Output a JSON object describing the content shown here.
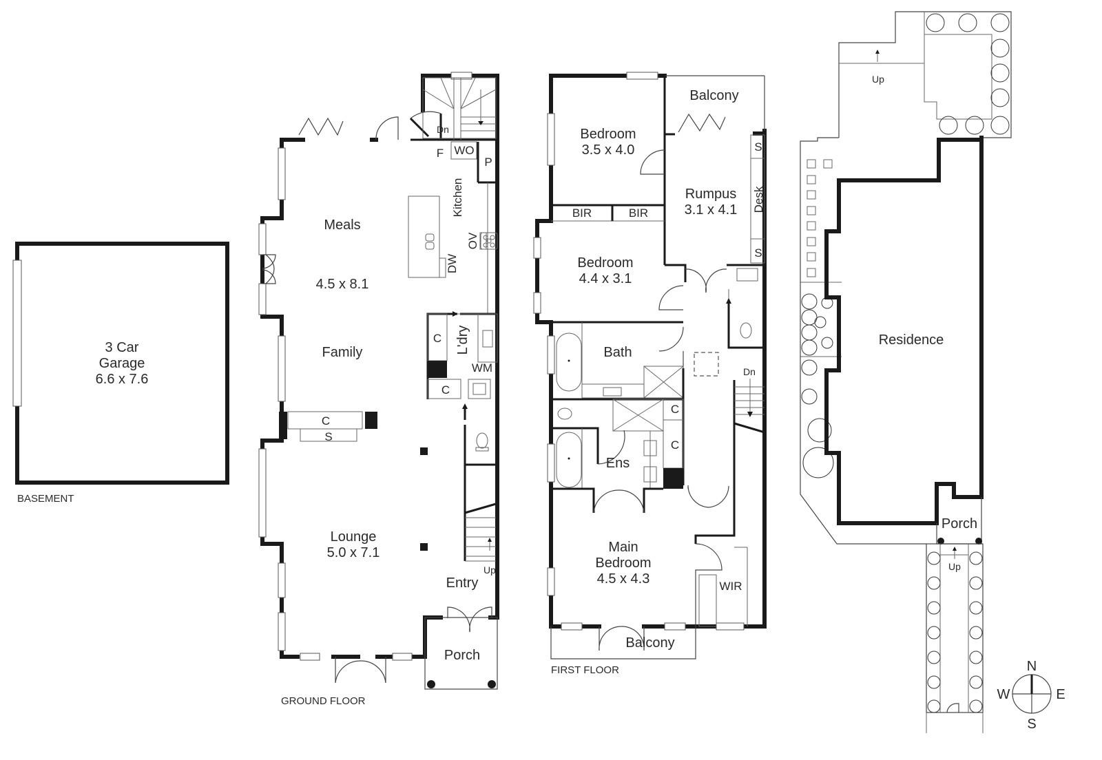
{
  "plan": {
    "basement": {
      "floor_label": "BASEMENT",
      "garage": {
        "name_line1": "3 Car",
        "name_line2": "Garage",
        "dims": "6.6 x 7.6"
      }
    },
    "ground_floor": {
      "floor_label": "GROUND FLOOR",
      "rooms": {
        "meals": {
          "name": "Meals",
          "dims": "4.5 x 8.1"
        },
        "family": {
          "name": "Family"
        },
        "kitchen": {
          "name": "Kitchen"
        },
        "laundry": {
          "name": "L'dry"
        },
        "lounge": {
          "name": "Lounge",
          "dims": "5.0 x 7.1"
        },
        "entry": {
          "name": "Entry"
        },
        "porch": {
          "name": "Porch"
        }
      },
      "fixtures": {
        "fridge": "F",
        "wall_oven": "WO",
        "pantry": "P",
        "oven": "OV",
        "dishwasher": "DW",
        "washing_machine": "WM",
        "cupboard_laundry": "C",
        "cupboard_laundry_2": "C",
        "cupboard_lounge": "C",
        "shelf_lounge": "S"
      },
      "stairs": {
        "down": "Dn",
        "up": "Up"
      }
    },
    "first_floor": {
      "floor_label": "FIRST FLOOR",
      "rooms": {
        "bedroom_1": {
          "name": "Bedroom",
          "dims": "3.5 x 4.0"
        },
        "balcony_rear": {
          "name": "Balcony"
        },
        "rumpus": {
          "name": "Rumpus",
          "dims": "3.1 x 4.1"
        },
        "bir_1": {
          "name": "BIR"
        },
        "bir_2": {
          "name": "BIR"
        },
        "bedroom_2": {
          "name": "Bedroom",
          "dims": "4.4 x 3.1"
        },
        "bath": {
          "name": "Bath"
        },
        "ensuite": {
          "name": "Ens"
        },
        "main_bedroom": {
          "name_line1": "Main",
          "name_line2": "Bedroom",
          "dims": "4.5 x 4.3"
        },
        "wir": {
          "name": "WIR"
        },
        "balcony_front": {
          "name": "Balcony"
        }
      },
      "fixtures": {
        "shelf_1": "S",
        "desk": "Desk",
        "shelf_2": "S",
        "cupboard_1": "C",
        "cupboard_2": "C"
      },
      "stairs": {
        "down": "Dn"
      }
    },
    "site": {
      "residence": {
        "name": "Residence"
      },
      "porch": {
        "name": "Porch"
      },
      "steps_top": "Up",
      "steps_front": "Up"
    },
    "compass": {
      "north": "N",
      "south": "S",
      "east": "E",
      "west": "W"
    },
    "colors": {
      "wall": "#1a1a1a",
      "line": "#444444",
      "text": "#2a2a2a",
      "background": "#ffffff"
    }
  }
}
